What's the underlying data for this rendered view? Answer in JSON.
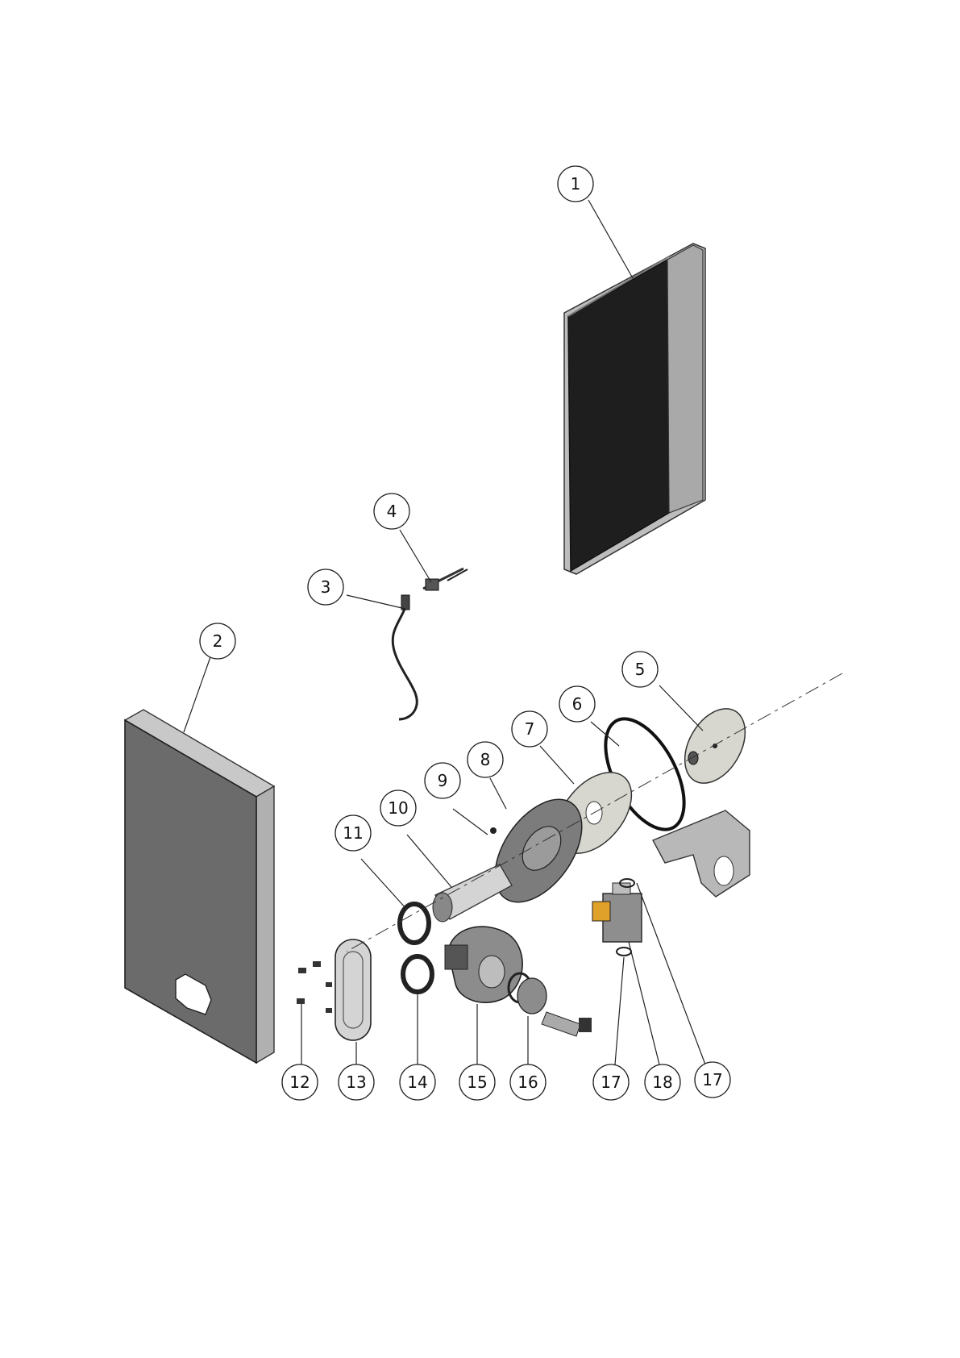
{
  "colors": {
    "front_panel": "#1e1e1e",
    "panel_edge": "#a9a9a9",
    "side_panel": "#6b6b6b",
    "side_panel_light": "#9a9a9a",
    "part_grey": "#8c8c8c",
    "part_light": "#d7d7cf",
    "accent_orange": "#e0a12a"
  },
  "callouts": [
    {
      "id": "1",
      "label": "1"
    },
    {
      "id": "2",
      "label": "2"
    },
    {
      "id": "3",
      "label": "3"
    },
    {
      "id": "4",
      "label": "4"
    },
    {
      "id": "5",
      "label": "5"
    },
    {
      "id": "6",
      "label": "6"
    },
    {
      "id": "7",
      "label": "7"
    },
    {
      "id": "8",
      "label": "8"
    },
    {
      "id": "9",
      "label": "9"
    },
    {
      "id": "10",
      "label": "10"
    },
    {
      "id": "11",
      "label": "11"
    },
    {
      "id": "12",
      "label": "12"
    },
    {
      "id": "13",
      "label": "13"
    },
    {
      "id": "14",
      "label": "14"
    },
    {
      "id": "15",
      "label": "15"
    },
    {
      "id": "16",
      "label": "16"
    },
    {
      "id": "17a",
      "label": "17"
    },
    {
      "id": "18",
      "label": "18"
    },
    {
      "id": "17b",
      "label": "17"
    }
  ]
}
